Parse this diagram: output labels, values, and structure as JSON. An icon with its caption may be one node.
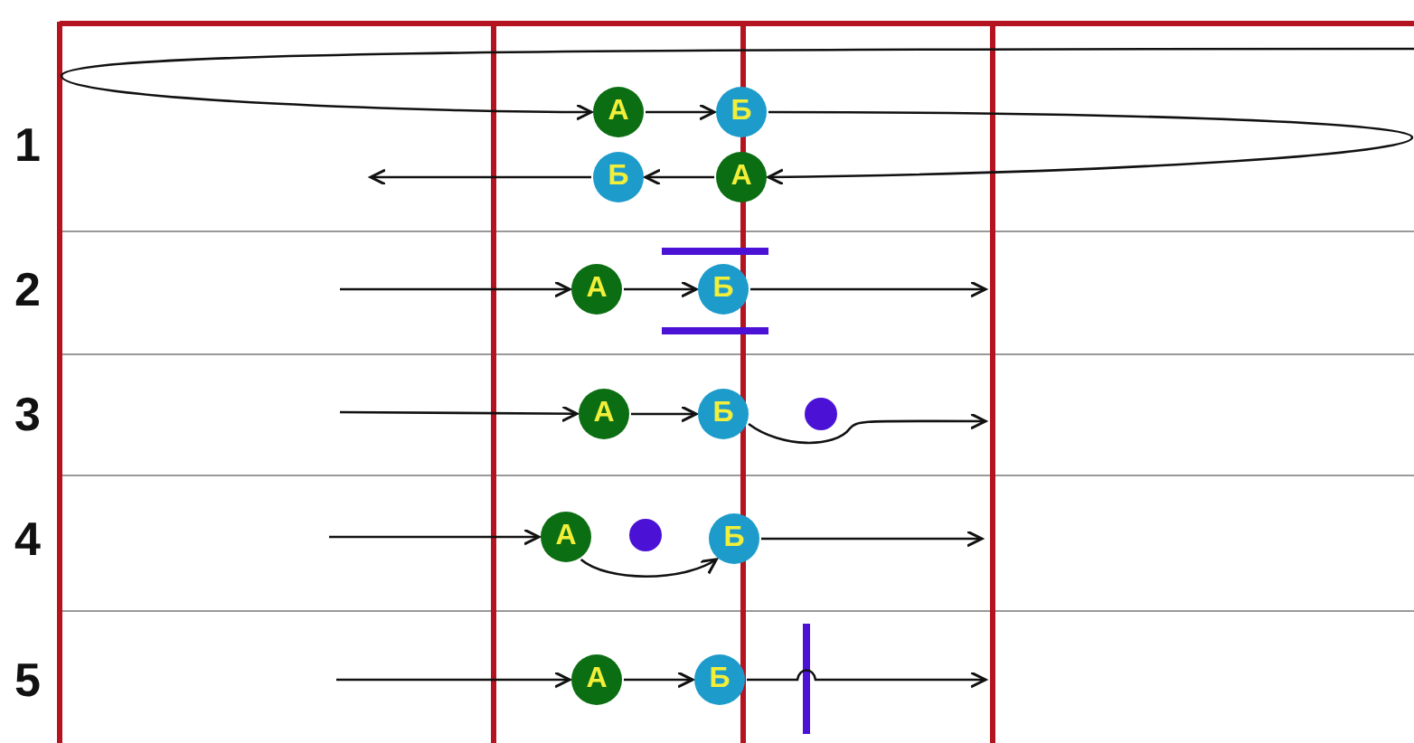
{
  "diagram": {
    "nodes": [
      {
        "text": [
          "А"
        ]
      },
      {
        "text": [
          "Б"
        ]
      },
      {
        "text": [
          "Б"
        ]
      },
      {
        "text": [
          "А"
        ]
      },
      {
        "text": [
          "А"
        ]
      },
      {
        "text": [
          "Б"
        ]
      },
      {
        "text": [
          "А"
        ]
      },
      {
        "text": [
          "Б"
        ]
      },
      {
        "text": [
          "А"
        ]
      },
      {
        "text": [
          "Б"
        ]
      },
      {
        "text": [
          "А"
        ]
      },
      {
        "text": [
          "Б"
        ]
      }
    ],
    "edges": [
      {
        "from": null,
        "to": 0,
        "arrow": "to"
      },
      {
        "from": 0,
        "to": 1,
        "arrow": "to"
      },
      {
        "from": 1,
        "to": 3,
        "arrow": "to"
      },
      {
        "from": 3,
        "to": 2,
        "arrow": "to"
      },
      {
        "from": 2,
        "to": null,
        "arrow": "to"
      },
      {
        "from": null,
        "to": 4,
        "arrow": "to"
      },
      {
        "from": 4,
        "to": 5,
        "arrow": "to"
      },
      {
        "from": 5,
        "to": null,
        "arrow": "to"
      },
      {
        "from": null,
        "to": 6,
        "arrow": "to"
      },
      {
        "from": 6,
        "to": 7,
        "arrow": "to"
      },
      {
        "from": 7,
        "to": null,
        "arrow": "to"
      },
      {
        "from": null,
        "to": 8,
        "arrow": "to"
      },
      {
        "from": 8,
        "to": 9,
        "arrow": "to"
      },
      {
        "from": 9,
        "to": null,
        "arrow": "to"
      },
      {
        "from": null,
        "to": 10,
        "arrow": "to"
      },
      {
        "from": 10,
        "to": 11,
        "arrow": "to"
      },
      {
        "from": 11,
        "to": null,
        "arrow": "to"
      }
    ],
    "labels": [
      "1",
      "2",
      "3",
      "4",
      "5"
    ]
  }
}
